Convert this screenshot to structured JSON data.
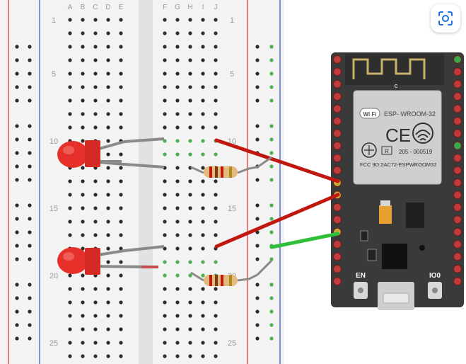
{
  "breadboard": {
    "column_letters_left": [
      "A",
      "B",
      "C",
      "D",
      "E"
    ],
    "column_letters_right": [
      "F",
      "G",
      "H",
      "I",
      "J"
    ],
    "row_numbers": [
      "1",
      "5",
      "10",
      "15",
      "20",
      "25"
    ],
    "colors": {
      "body": "#f2f2f2",
      "center_channel": "#dcdcdc",
      "hole": "#2b2b2b",
      "active_hole": "#4caf50",
      "rail_red": "#e03030",
      "rail_blue": "#3050d0",
      "label": "#9a9a9a"
    }
  },
  "esp32": {
    "module_text": "ESP- WROOM-32",
    "wifi_badge": "Wi Fi",
    "ce_mark": "CE",
    "r_mark": "R",
    "cert_number": "205 - 000519",
    "fcc_id": "FCC 9D:2AC72-ESPWROOM32",
    "c_marker": "c",
    "en_label": "EN",
    "io0_label": "IO0",
    "colors": {
      "board": "#3a3a3a",
      "shield": "#c9c9c9",
      "pin": "#c23b3b",
      "button": "#d8d8d8"
    }
  },
  "components": {
    "leds": [
      {
        "name": "led-top"
      },
      {
        "name": "led-bottom"
      }
    ],
    "resistors": [
      {
        "name": "resistor-top"
      },
      {
        "name": "resistor-bottom"
      }
    ],
    "wires": {
      "red": "#c0170f",
      "gray": "#8a8a8a",
      "green": "#2fbf3a"
    }
  },
  "ui": {
    "lens_icon": "lens-icon"
  }
}
